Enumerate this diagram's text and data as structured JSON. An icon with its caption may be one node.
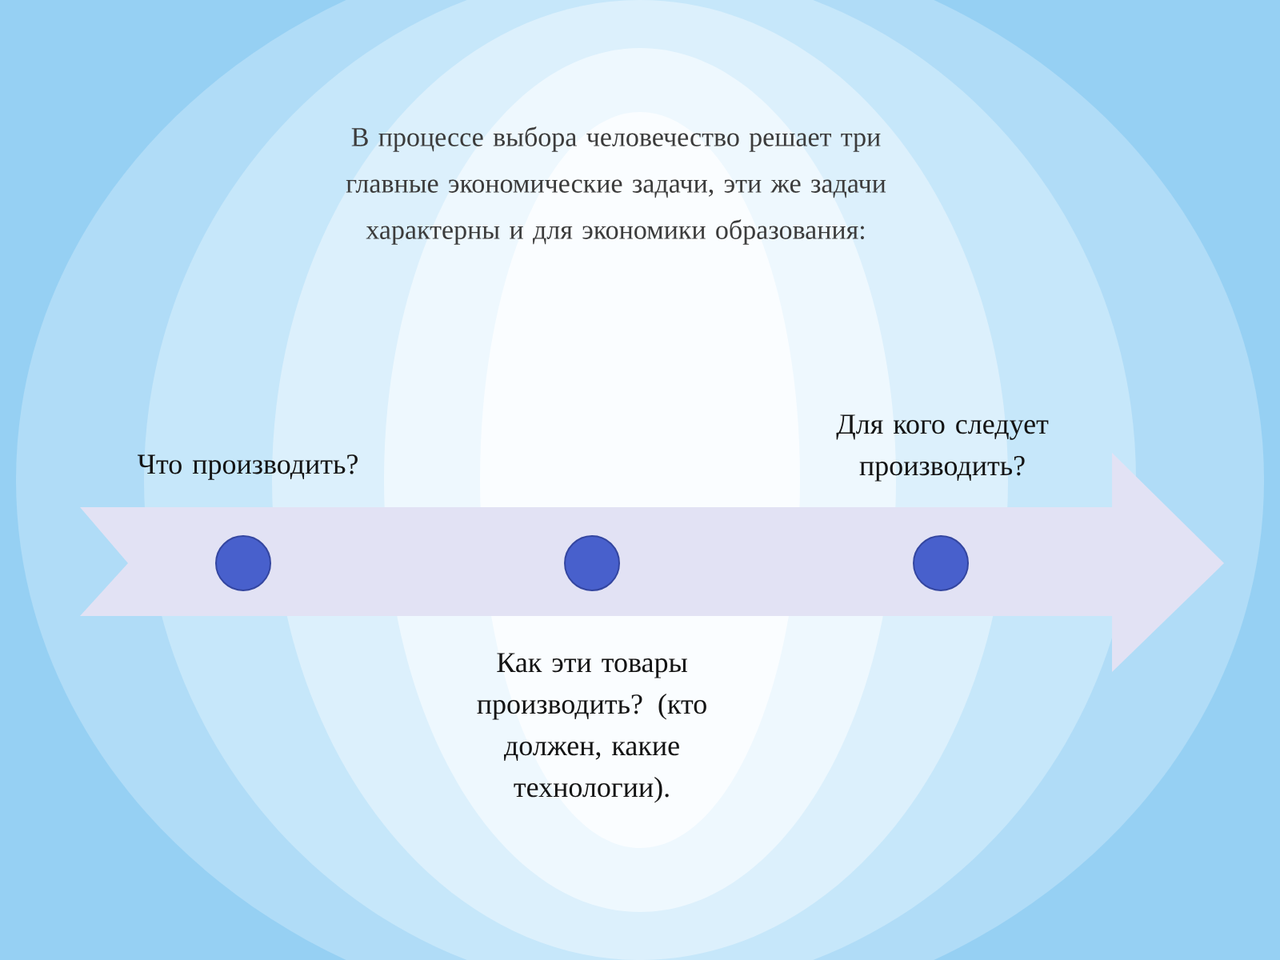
{
  "diagram": {
    "title": "В процессе выбора человечество решает три главные экономические задачи, эти же задачи характерны и для экономики образования:",
    "nodes": [
      {
        "text": [],
        "shape": "circle",
        "beside": [
          "Что производить?"
        ]
      },
      {
        "text": [],
        "shape": "circle",
        "beside": [
          "Как эти товары производить? (кто должен, какие технологии)."
        ]
      },
      {
        "text": [],
        "shape": "circle",
        "beside": [
          "Для кого следует производить?"
        ]
      }
    ]
  }
}
